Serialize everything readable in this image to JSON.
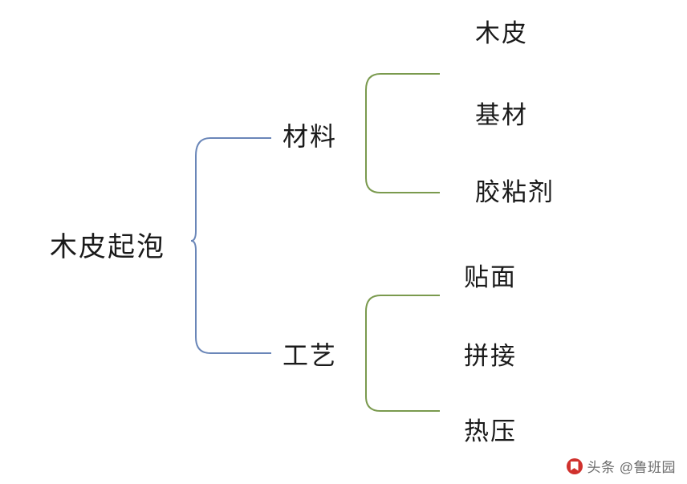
{
  "diagram": {
    "type": "bracket-tree",
    "root": {
      "label": "木皮起泡"
    },
    "branches": [
      {
        "label": "材料",
        "brace_color": "#7a9a4e",
        "leaves": [
          {
            "label": "木皮"
          },
          {
            "label": "基材"
          },
          {
            "label": "胶粘剂"
          }
        ]
      },
      {
        "label": "工艺",
        "brace_color": "#7a9a4e",
        "leaves": [
          {
            "label": "贴面"
          },
          {
            "label": "拼接"
          },
          {
            "label": "热压"
          }
        ]
      }
    ],
    "root_brace_color": "#6a86b8",
    "background": "#ffffff",
    "text_color": "#1a1a1a"
  },
  "watermark": {
    "icon": "toutiao-logo-icon",
    "text": "头条 @鲁班园"
  }
}
